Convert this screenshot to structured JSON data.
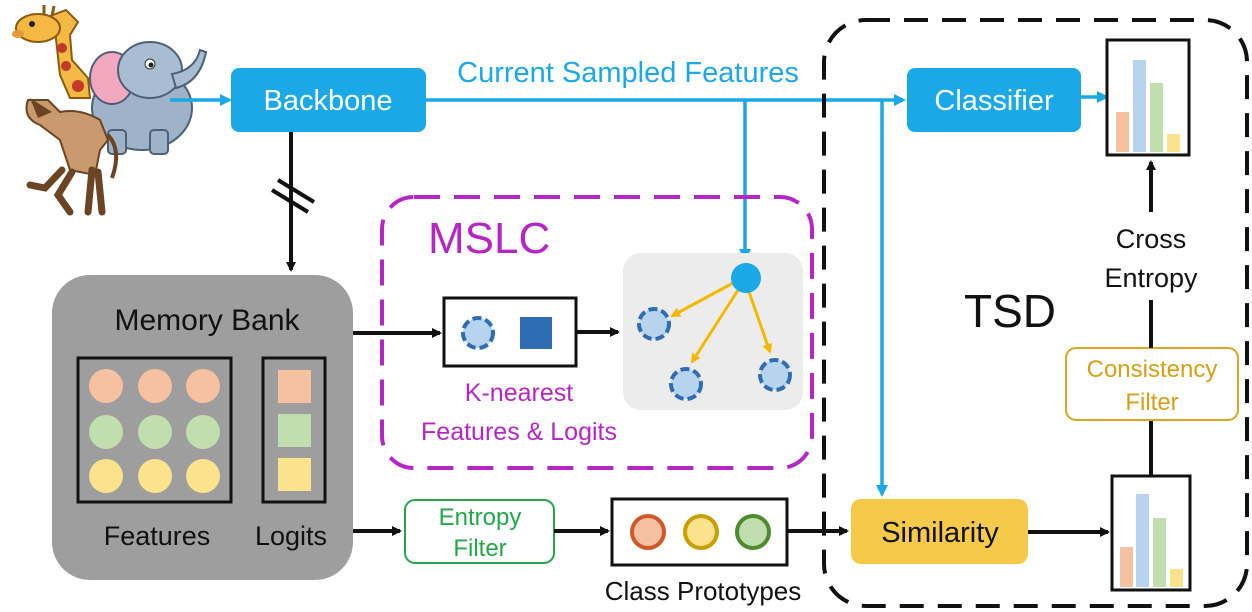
{
  "nodes": {
    "backbone": "Backbone",
    "classifier": "Classifier",
    "memory_bank": "Memory Bank",
    "features": "Features",
    "logits": "Logits",
    "mslc": "MSLC",
    "knearest_line1": "K-nearest",
    "knearest_line2": "Features & Logits",
    "tsd": "TSD",
    "cross_entropy_line1": "Cross",
    "cross_entropy_line2": "Entropy",
    "consistency_line1": "Consistency",
    "consistency_line2": "Filter",
    "entropy_line1": "Entropy",
    "entropy_line2": "Filter",
    "class_prototypes": "Class Prototypes",
    "similarity": "Similarity"
  },
  "edges": {
    "current_sampled_features": "Current Sampled Features"
  },
  "icons": [
    "giraffe-icon",
    "elephant-icon",
    "horse-icon"
  ],
  "colors": {
    "blue": "#1aa9e6",
    "magenta": "#b527c5",
    "gray_box": "#9e9e9e",
    "yellow": "#f7c948",
    "green_text": "#25a64a",
    "orange_text": "#d4a017",
    "arrow_yellow": "#f5b700",
    "node_blue": "#2f6db3",
    "feature_orange": "#f6c1a0",
    "feature_green": "#c1dfae",
    "feature_yellow": "#fbe28c",
    "bar_blue": "#b7d4ef"
  }
}
